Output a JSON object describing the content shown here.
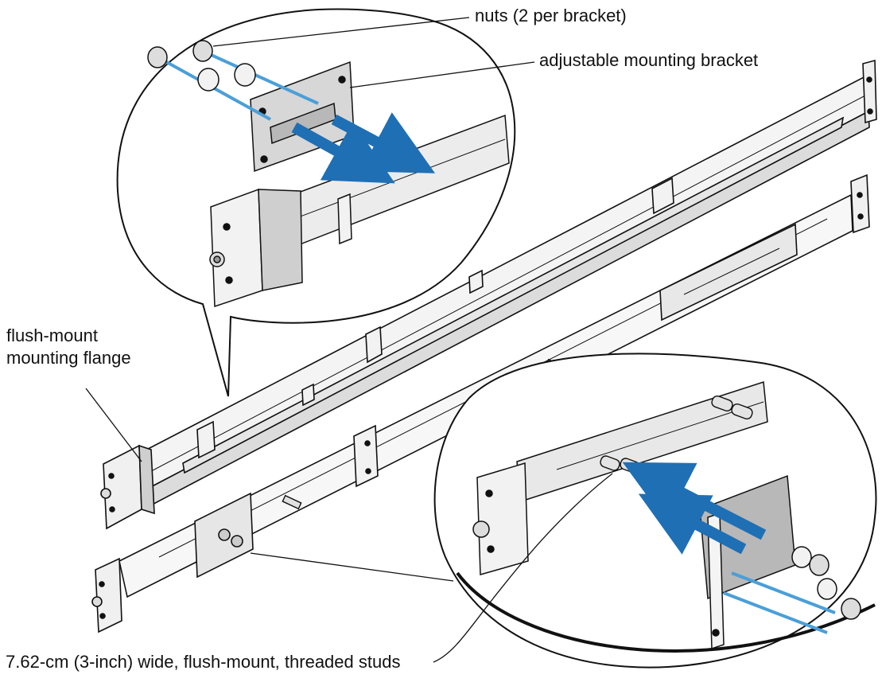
{
  "callouts": {
    "nuts": "nuts (2 per bracket)",
    "adjustable_bracket": "adjustable mounting bracket",
    "flange_line1": "flush-mount",
    "flange_line2": "mounting flange",
    "studs": "7.62-cm (3-inch) wide, flush-mount, threaded studs"
  },
  "colors": {
    "line": "#111111",
    "metal_light": "#ececec",
    "metal_mid": "#c9c9c9",
    "metal_dark": "#9a9a9a",
    "arrow": "#1f6fb5",
    "stud_shaft": "#4a9fd8"
  }
}
